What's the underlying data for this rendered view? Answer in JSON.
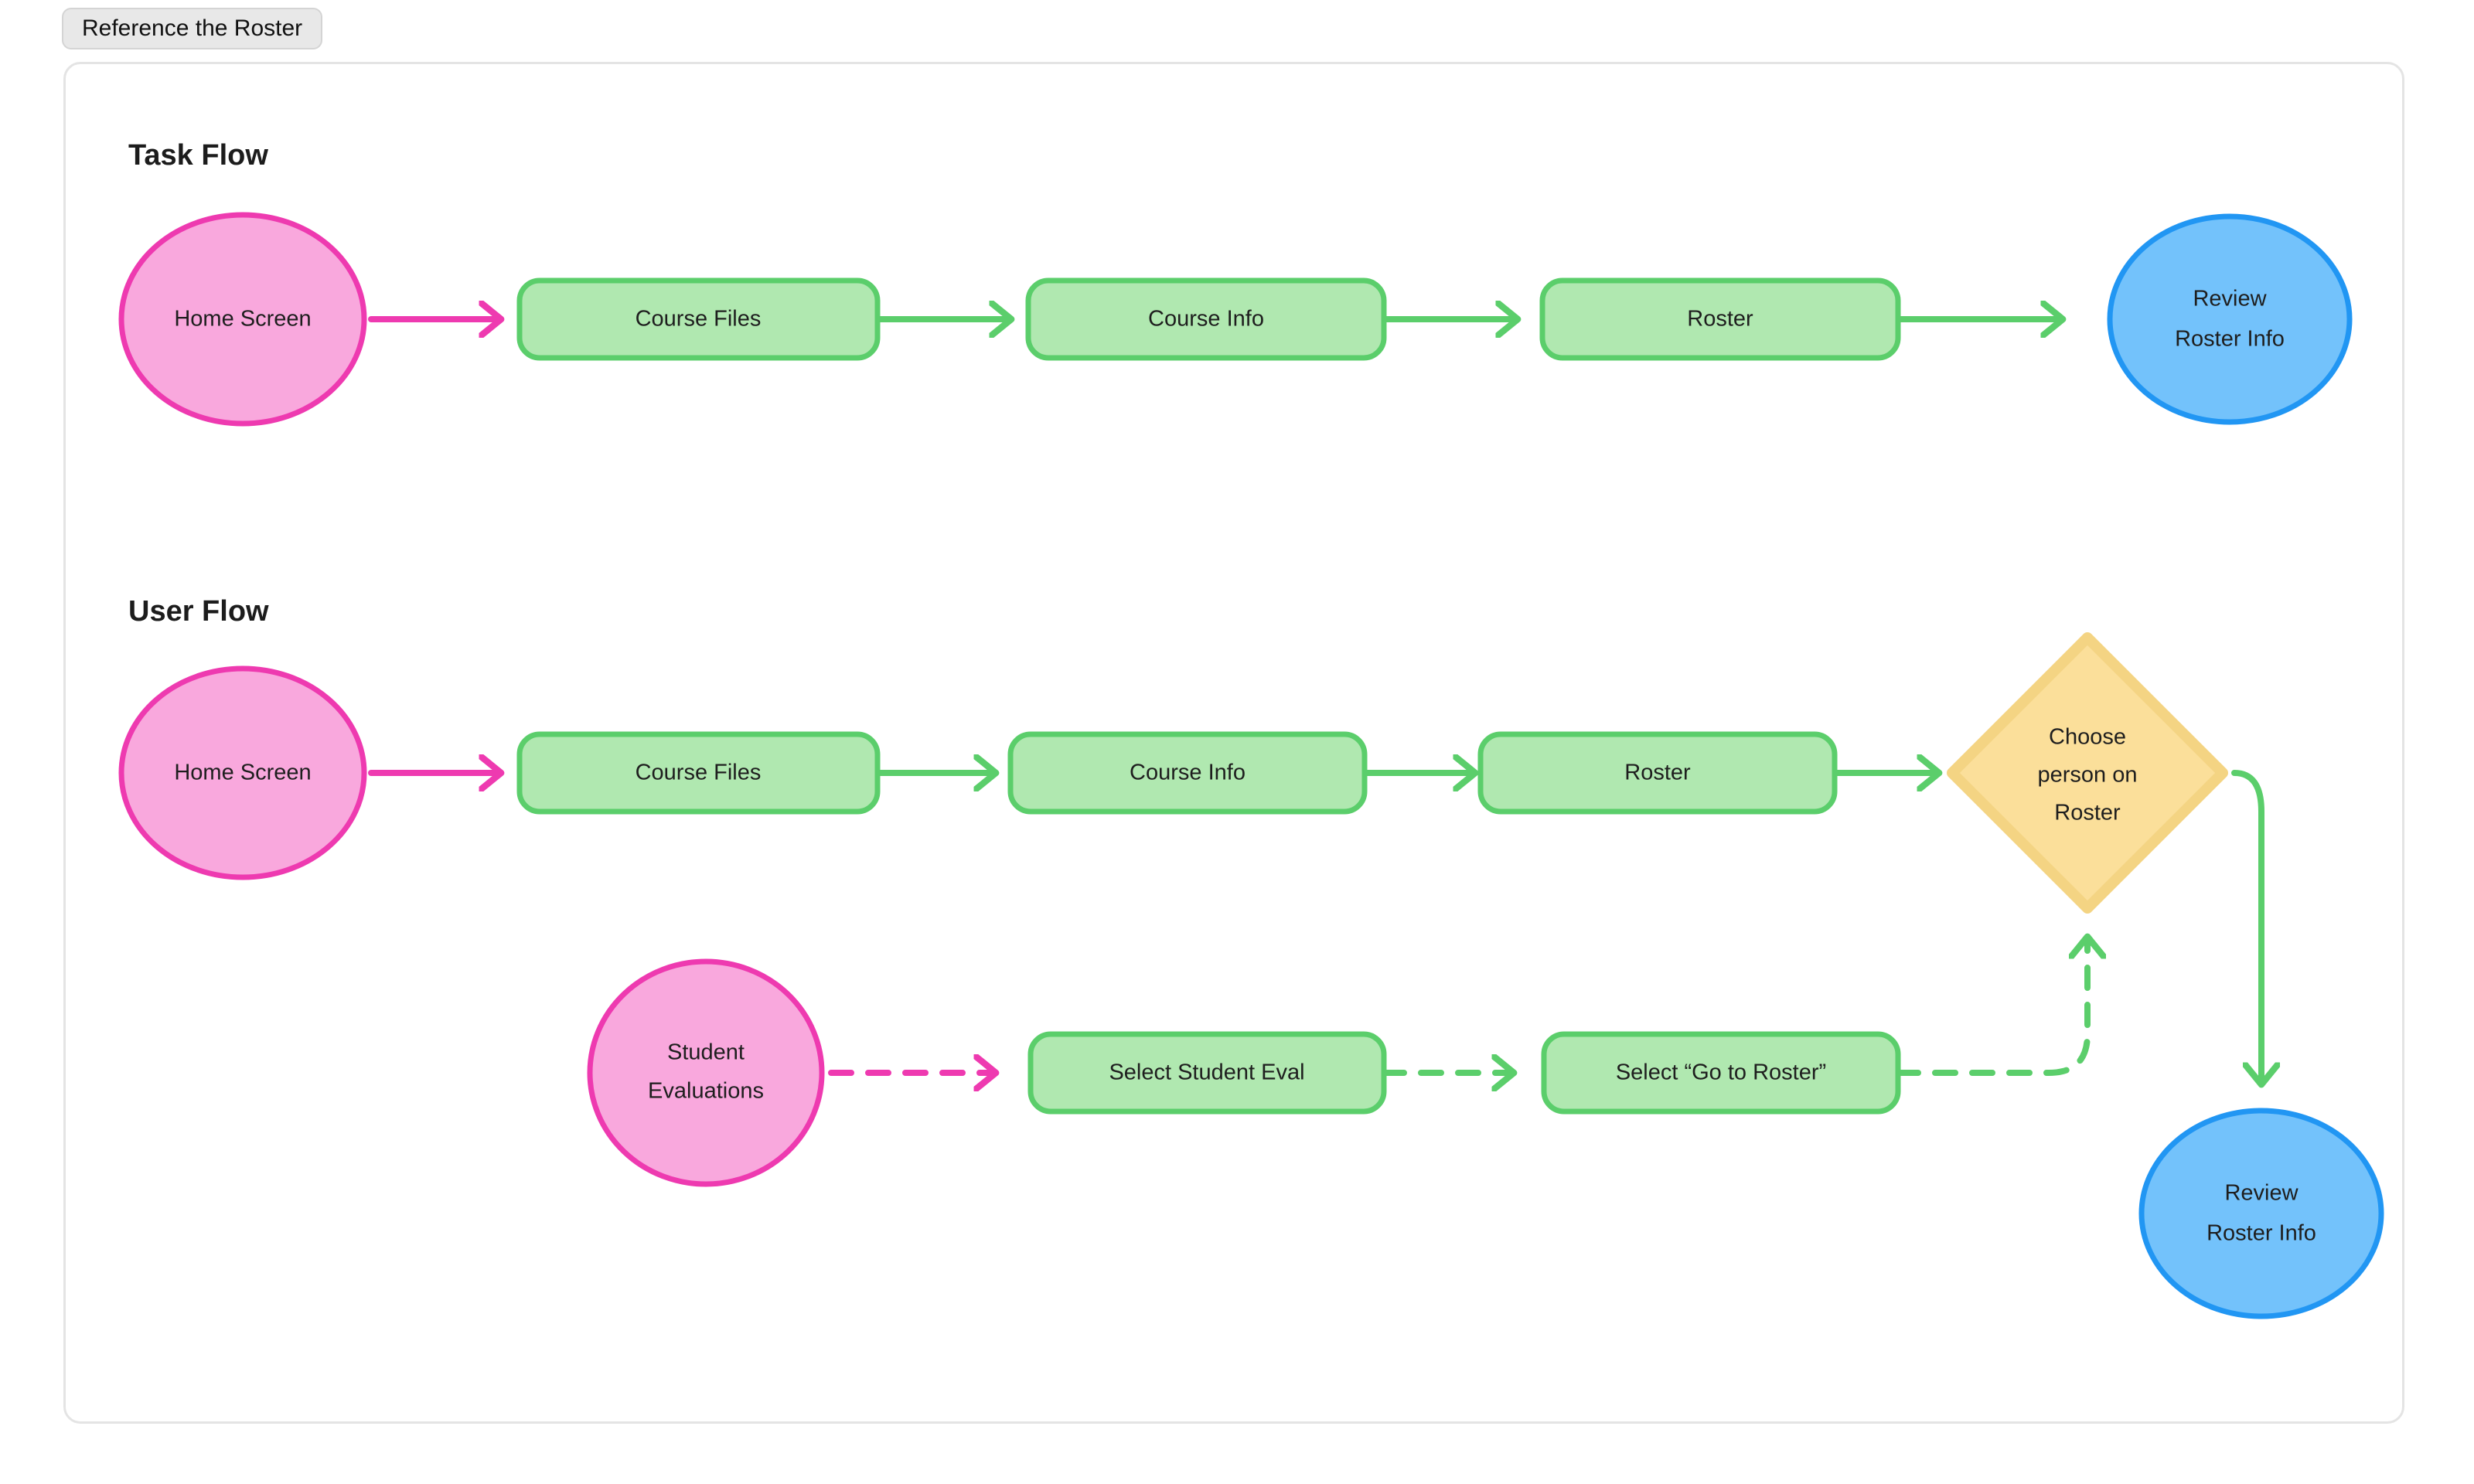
{
  "tab": {
    "label": "Reference the Roster"
  },
  "sections": [
    {
      "title": "Task Flow"
    },
    {
      "title": "User Flow"
    }
  ],
  "colors": {
    "pink_fill": "#f9a8dd",
    "pink_stroke": "#ee3ab0",
    "green_fill": "#b0e8b0",
    "green_stroke": "#5bce6b",
    "blue_fill": "#73c2fb",
    "blue_stroke": "#2196f3",
    "yellow_fill": "#fbdf9a",
    "yellow_stroke": "#f4d483",
    "frame_border": "#e4e4e4",
    "tab_fill": "#e8e8e8"
  },
  "task_flow": {
    "title": "Task Flow",
    "nodes": [
      {
        "id": "tf-home",
        "shape": "circle",
        "color": "pink",
        "label": "Home Screen"
      },
      {
        "id": "tf-files",
        "shape": "rounded-rect",
        "color": "green",
        "label": "Course Files"
      },
      {
        "id": "tf-info",
        "shape": "rounded-rect",
        "color": "green",
        "label": "Course Info"
      },
      {
        "id": "tf-roster",
        "shape": "rounded-rect",
        "color": "green",
        "label": "Roster"
      },
      {
        "id": "tf-review",
        "shape": "circle",
        "color": "blue",
        "label_line1": "Review",
        "label_line2": "Roster Info"
      }
    ],
    "edges": [
      {
        "from": "tf-home",
        "to": "tf-files",
        "style": "solid",
        "color": "pink"
      },
      {
        "from": "tf-files",
        "to": "tf-info",
        "style": "solid",
        "color": "green"
      },
      {
        "from": "tf-info",
        "to": "tf-roster",
        "style": "solid",
        "color": "green"
      },
      {
        "from": "tf-roster",
        "to": "tf-review",
        "style": "solid",
        "color": "green"
      }
    ]
  },
  "user_flow": {
    "title": "User Flow",
    "nodes": [
      {
        "id": "uf-home",
        "shape": "circle",
        "color": "pink",
        "label": "Home Screen"
      },
      {
        "id": "uf-files",
        "shape": "rounded-rect",
        "color": "green",
        "label": "Course Files"
      },
      {
        "id": "uf-info",
        "shape": "rounded-rect",
        "color": "green",
        "label": "Course Info"
      },
      {
        "id": "uf-roster",
        "shape": "rounded-rect",
        "color": "green",
        "label": "Roster"
      },
      {
        "id": "uf-choose",
        "shape": "diamond",
        "color": "yellow",
        "label_line1": "Choose",
        "label_line2": "person on",
        "label_line3": "Roster"
      },
      {
        "id": "uf-evals",
        "shape": "circle",
        "color": "pink",
        "label_line1": "Student",
        "label_line2": "Evaluations"
      },
      {
        "id": "uf-seleval",
        "shape": "rounded-rect",
        "color": "green",
        "label": "Select Student Eval"
      },
      {
        "id": "uf-goroster",
        "shape": "rounded-rect",
        "color": "green",
        "label": "Select “Go to Roster”"
      },
      {
        "id": "uf-review",
        "shape": "circle",
        "color": "blue",
        "label_line1": "Review",
        "label_line2": "Roster Info"
      }
    ],
    "edges": [
      {
        "from": "uf-home",
        "to": "uf-files",
        "style": "solid",
        "color": "pink"
      },
      {
        "from": "uf-files",
        "to": "uf-info",
        "style": "solid",
        "color": "green"
      },
      {
        "from": "uf-info",
        "to": "uf-roster",
        "style": "solid",
        "color": "green"
      },
      {
        "from": "uf-roster",
        "to": "uf-choose",
        "style": "solid",
        "color": "green"
      },
      {
        "from": "uf-evals",
        "to": "uf-seleval",
        "style": "dashed",
        "color": "pink"
      },
      {
        "from": "uf-seleval",
        "to": "uf-goroster",
        "style": "dashed",
        "color": "green"
      },
      {
        "from": "uf-goroster",
        "to": "uf-choose",
        "style": "dashed",
        "color": "green"
      },
      {
        "from": "uf-choose",
        "to": "uf-review",
        "style": "solid",
        "color": "green"
      }
    ]
  }
}
